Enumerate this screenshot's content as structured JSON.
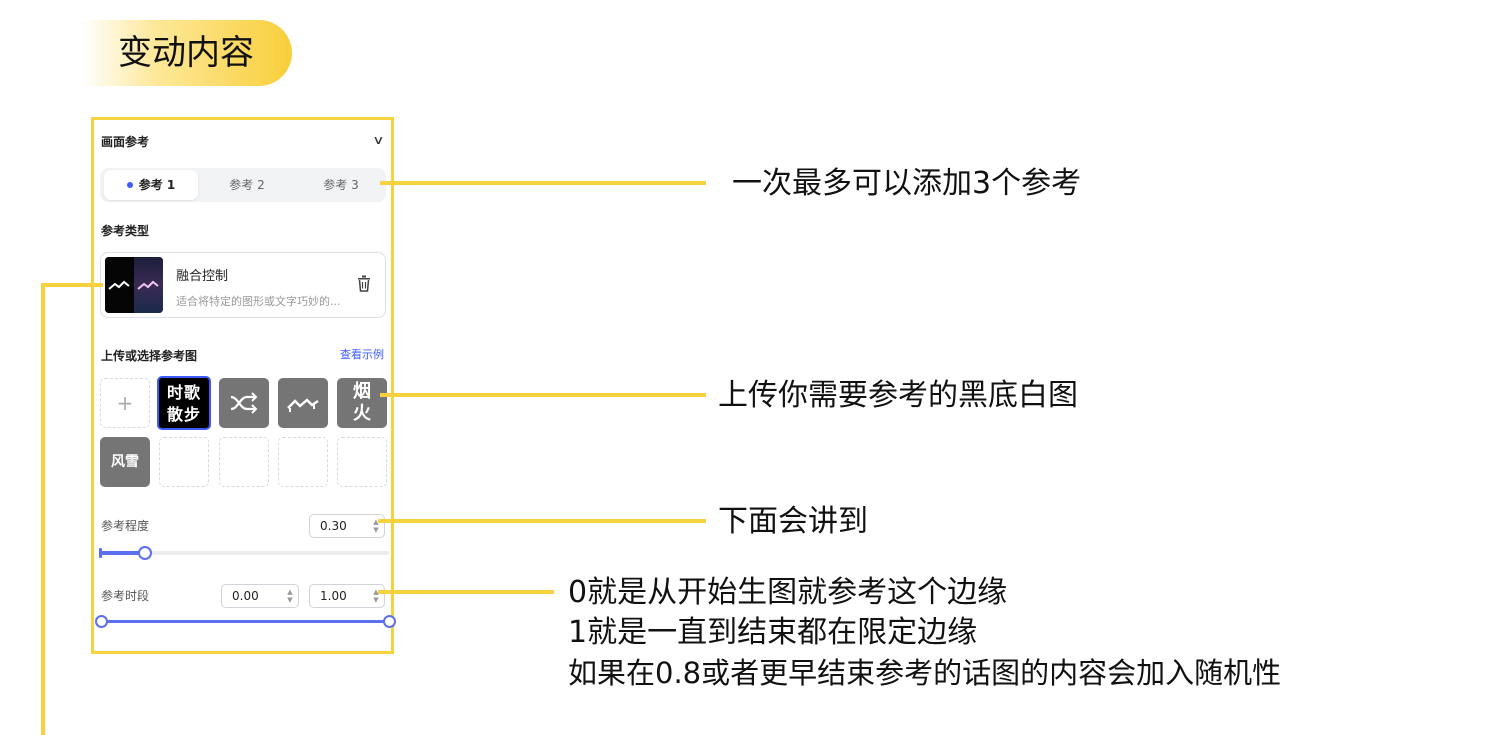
{
  "heading": "变动内容",
  "panel": {
    "section_title": "画面参考",
    "tabs": [
      {
        "label": "参考 1",
        "active": true
      },
      {
        "label": "参考 2",
        "active": false
      },
      {
        "label": "参考 3",
        "active": false
      }
    ],
    "ref_type_title": "参考类型",
    "ref_card": {
      "name": "融合控制",
      "description": "适合将特定的图形或文字巧妙的..."
    },
    "upload_title": "上传或选择参考图",
    "view_example": "查看示例",
    "tiles": [
      {
        "text": "+"
      },
      {
        "text": "时歌散步"
      },
      {
        "text": ""
      },
      {
        "text": ""
      },
      {
        "text": "烟火"
      },
      {
        "text": "风雪"
      }
    ],
    "strength": {
      "label": "参考程度",
      "value": "0.30",
      "fraction": 0.15
    },
    "period": {
      "label": "参考时段",
      "start": "0.00",
      "end": "1.00",
      "range": [
        0.0,
        1.0
      ]
    }
  },
  "annotations": {
    "tabs_note": "一次最多可以添加3个参考",
    "upload_note": "上传你需要参考的黑底白图",
    "strength_note": "下面会讲到",
    "period_notes": [
      "0就是从开始生图就参考这个边缘",
      "1就是一直到结束都在限定边缘",
      "如果在0.8或者更早结束参考的话图的内容会加入随机性"
    ]
  },
  "colors": {
    "accent": "#3b5bfd",
    "highlight": "#f7d23e"
  }
}
